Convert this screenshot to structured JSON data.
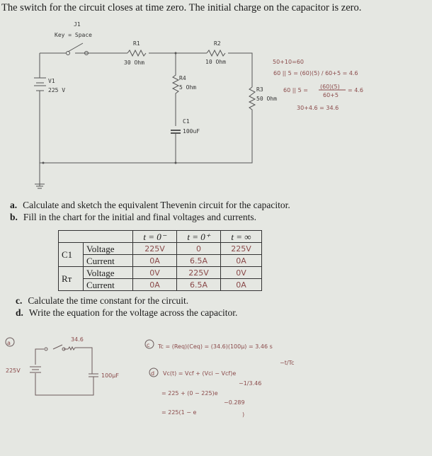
{
  "title": "The switch for the circuit closes at time zero.  The initial charge on the capacitor is zero.",
  "circuit": {
    "switch_name": "J1",
    "switch_key": "Key = Space",
    "r1": {
      "name": "R1",
      "value": "30 Ohm"
    },
    "r2": {
      "name": "R2",
      "value": "10 Ohm"
    },
    "r3": {
      "name": "R3",
      "value": "50 Ohm"
    },
    "r4": {
      "name": "R4",
      "value": "5 Ohm"
    },
    "c1": {
      "name": "C1",
      "value": "100uF"
    },
    "v1": {
      "name": "V1",
      "value": "225 V"
    }
  },
  "notes": {
    "line1": "50+10=60",
    "line2": "60 || 5 = (60)(5) / 60+5 = 4.6",
    "line2a": "60 || 5 =",
    "line2num": "(60)(5)",
    "line2den": "60+5",
    "line2res": "= 4.6",
    "line3": "30+4.6 = 34.6"
  },
  "questions": {
    "a_label": "a.",
    "a": "Calculate and sketch the equivalent Thevenin circuit for the capacitor.",
    "b_label": "b.",
    "b": "Fill in the chart for the initial and final voltages and currents.",
    "c_label": "c.",
    "c": "Calculate the time constant for the circuit.",
    "d_label": "d.",
    "d": "Write the equation for the voltage across the capacitor."
  },
  "table": {
    "headers": [
      "t = 0⁻",
      "t = 0⁺",
      "t = ∞"
    ],
    "groups": [
      {
        "name": "C1",
        "rows": [
          {
            "label": "Voltage",
            "values": [
              "225V",
              "0",
              "225V"
            ]
          },
          {
            "label": "Current",
            "values": [
              "0A",
              "6.5A",
              "0A"
            ]
          }
        ]
      },
      {
        "name": "Rᴛ",
        "rows": [
          {
            "label": "Voltage",
            "values": [
              "0V",
              "225V",
              "0V"
            ]
          },
          {
            "label": "Current",
            "values": [
              "0A",
              "6.5A",
              "0A"
            ]
          }
        ]
      }
    ]
  },
  "answers": {
    "a_mark": "a",
    "thevenin_r": "34.6",
    "thevenin_v": "225V",
    "thevenin_c": "100µF",
    "c_mark": "c",
    "c_eq": "Tc = (Req)(Ceq) = (34.6)(100µ) = 3.46 s",
    "d_mark": "d",
    "d_eq1": "Vc(t) = Vcf + (Vci − Vcf)e",
    "d_exp1": "−t/Tc",
    "d_eq2": "= 225 + (0 − 225)e",
    "d_exp2": "−1/3.46",
    "d_eq3": "= 225(1 − e",
    "d_exp3": "−0.289",
    "d_close": ")"
  }
}
